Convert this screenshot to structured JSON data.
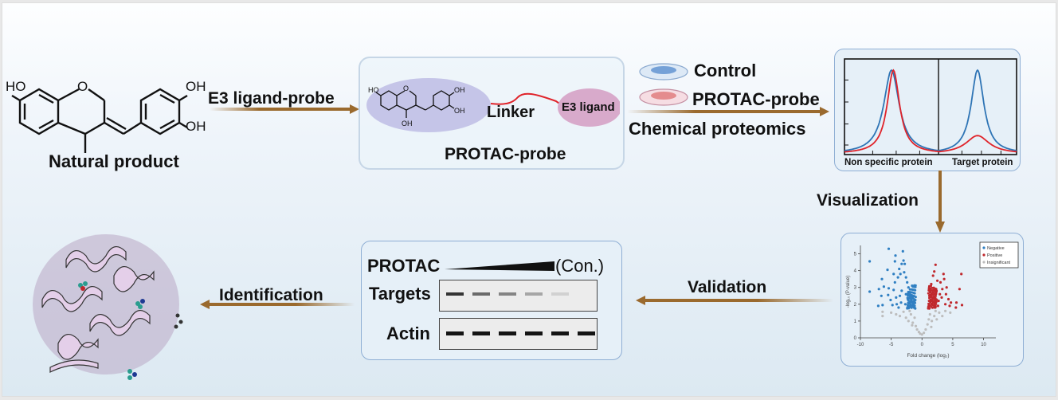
{
  "natural_product": {
    "label": "Natural product",
    "atoms": {
      "ho_left": "HO",
      "ring_o": "O",
      "oh_bottom": "OH",
      "oh_top_right": "OH",
      "oh_bottom_right": "OH"
    }
  },
  "steps": {
    "e3_probe": "E3 ligand-probe",
    "chemical_proteomics": "Chemical proteomics",
    "visualization": "Visualization",
    "validation": "Validation",
    "identification": "Identification"
  },
  "protac_probe_panel": {
    "title": "PROTAC-probe",
    "linker": "Linker",
    "e3_ligand": "E3 ligand",
    "atoms": {
      "ho_left": "HO",
      "ring_o": "O",
      "oh_bottom": "OH",
      "oh_top_right": "OH",
      "oh_bottom_right": "OH"
    }
  },
  "treatments": [
    {
      "label": "Control",
      "dish_color": "#5b8fd0",
      "icon": "petri-dish-blue"
    },
    {
      "label": "PROTAC-probe",
      "dish_color": "#e07878",
      "icon": "petri-dish-red"
    }
  ],
  "colors": {
    "arrow": "#9a6a2e",
    "curve_control": "#2e74b5",
    "curve_probe": "#e0232a",
    "negative": "#2f7fc2",
    "positive": "#c0282d",
    "insignificant": "#bdbdbd",
    "probe_ellipse": "#c5c5e8",
    "e3_ellipse": "#d8aacb"
  },
  "chart_data": [
    {
      "type": "line",
      "title": "",
      "panels": [
        {
          "label": "Non specific protein",
          "series": [
            {
              "name": "Control",
              "color": "#2e74b5",
              "peak_x": 0.5,
              "peak_height": 0.92,
              "width": 0.1
            },
            {
              "name": "PROTAC-probe",
              "color": "#e0232a",
              "peak_x": 0.52,
              "peak_height": 0.92,
              "width": 0.08
            }
          ]
        },
        {
          "label": "Target protein",
          "series": [
            {
              "name": "Control",
              "color": "#2e74b5",
              "peak_x": 0.5,
              "peak_height": 0.92,
              "width": 0.1
            },
            {
              "name": "PROTAC-probe",
              "color": "#e0232a",
              "peak_x": 0.5,
              "peak_height": 0.2,
              "width": 0.18
            }
          ]
        }
      ],
      "xlabel": "",
      "ylabel": ""
    },
    {
      "type": "scatter",
      "title": "",
      "xlabel": "Fold change (log₂)",
      "ylabel": "-log₁₀ (P-value)",
      "xlim": [
        -10,
        12
      ],
      "ylim": [
        0,
        5.5
      ],
      "xticks": [
        -10,
        -5,
        0,
        5,
        10
      ],
      "yticks": [
        0,
        1,
        2,
        3,
        4,
        5
      ],
      "legend": {
        "position": "top-right",
        "entries": [
          "Negative",
          "Positive",
          "Insignificant"
        ]
      },
      "series": [
        {
          "name": "Negative",
          "color": "#2f7fc2",
          "points": [
            [
              -8.5,
              4.55
            ],
            [
              -8.5,
              2.75
            ],
            [
              -6.5,
              3.5
            ],
            [
              -6.2,
              3.05
            ],
            [
              -7,
              2.9
            ],
            [
              -6.6,
              2.5
            ],
            [
              -7.1,
              1.9
            ],
            [
              -6.4,
              1.95
            ],
            [
              -5.5,
              2.55
            ],
            [
              -5.6,
              4.05
            ],
            [
              -5.4,
              5.3
            ],
            [
              -5.4,
              2.95
            ],
            [
              -5.1,
              2.25
            ],
            [
              -4.8,
              1.95
            ],
            [
              -4.6,
              3.8
            ],
            [
              -4.4,
              4.55
            ],
            [
              -4.4,
              3.3
            ],
            [
              -4.3,
              4.9
            ],
            [
              -4.6,
              2.85
            ],
            [
              -4.2,
              2.4
            ],
            [
              -4.1,
              2.0
            ],
            [
              -3.9,
              3.6
            ],
            [
              -3.7,
              4.1
            ],
            [
              -3.5,
              3.8
            ],
            [
              -3.3,
              4.4
            ],
            [
              -3.3,
              2.8
            ],
            [
              -3.1,
              5.15
            ],
            [
              -3.0,
              4.6
            ],
            [
              -2.9,
              3.9
            ],
            [
              -2.8,
              4.4
            ],
            [
              -3.6,
              2.5
            ],
            [
              -3.4,
              2.1
            ],
            [
              -3.8,
              1.8
            ],
            [
              -2.6,
              3.6
            ],
            [
              -2.4,
              3.3
            ],
            [
              -2.2,
              3.0
            ],
            [
              -2.6,
              2.6
            ],
            [
              -2.3,
              2.3
            ],
            [
              -2.0,
              2.1
            ],
            [
              -1.9,
              2.7
            ],
            [
              -1.8,
              1.9
            ],
            [
              -1.5,
              2.4
            ],
            [
              -1.4,
              2.0
            ],
            [
              -1.3,
              1.8
            ],
            [
              -1.6,
              3.1
            ],
            [
              -1.2,
              2.2
            ],
            [
              -2.1,
              1.8
            ],
            [
              -2.7,
              2.0
            ],
            [
              -1.7,
              2.5
            ],
            [
              -1.1,
              1.75
            ]
          ]
        },
        {
          "name": "Positive",
          "color": "#c0282d",
          "points": [
            [
              6.4,
              3.8
            ],
            [
              6.1,
              2.9
            ],
            [
              6.5,
              1.95
            ],
            [
              5.6,
              2.1
            ],
            [
              5.5,
              1.8
            ],
            [
              2.2,
              4.35
            ],
            [
              2.0,
              3.95
            ],
            [
              1.8,
              3.7
            ],
            [
              3.5,
              3.8
            ],
            [
              3.6,
              3.5
            ],
            [
              2.5,
              3.4
            ],
            [
              3.0,
              3.3
            ],
            [
              4.0,
              3.0
            ],
            [
              3.3,
              2.9
            ],
            [
              4.3,
              2.3
            ],
            [
              4.7,
              2.1
            ],
            [
              2.9,
              2.6
            ],
            [
              2.7,
              2.2
            ],
            [
              3.8,
              2.0
            ],
            [
              1.5,
              3.2
            ],
            [
              1.3,
              2.9
            ],
            [
              1.2,
              2.5
            ],
            [
              1.4,
              2.2
            ],
            [
              1.1,
              1.9
            ],
            [
              1.6,
              2.0
            ],
            [
              1.8,
              2.7
            ],
            [
              2.0,
              2.4
            ],
            [
              2.3,
              2.9
            ],
            [
              2.6,
              1.9
            ],
            [
              3.2,
              2.4
            ],
            [
              1.2,
              1.75
            ],
            [
              3.9,
              2.6
            ],
            [
              4.5,
              1.9
            ],
            [
              2.1,
              1.8
            ]
          ]
        },
        {
          "name": "Insignificant",
          "color": "#bdbdbd",
          "points": [
            [
              -6.4,
              1.55
            ],
            [
              -6.4,
              1.3
            ],
            [
              -5.0,
              1.5
            ],
            [
              -4.2,
              1.4
            ],
            [
              -3.6,
              1.3
            ],
            [
              -3.0,
              1.55
            ],
            [
              -2.6,
              1.2
            ],
            [
              -2.2,
              1.0
            ],
            [
              -1.8,
              1.4
            ],
            [
              -1.5,
              0.9
            ],
            [
              -1.2,
              1.2
            ],
            [
              -1.0,
              0.7
            ],
            [
              -0.8,
              0.5
            ],
            [
              -0.5,
              0.35
            ],
            [
              -0.3,
              0.25
            ],
            [
              0,
              0.2
            ],
            [
              0.3,
              0.3
            ],
            [
              0.6,
              0.5
            ],
            [
              0.9,
              0.8
            ],
            [
              1.1,
              1.1
            ],
            [
              1.3,
              1.4
            ],
            [
              1.6,
              1.0
            ],
            [
              2.0,
              1.3
            ],
            [
              2.4,
              1.1
            ],
            [
              2.8,
              1.5
            ],
            [
              3.3,
              1.3
            ],
            [
              3.8,
              1.6
            ],
            [
              4.6,
              1.5
            ],
            [
              -2.0,
              1.6
            ],
            [
              2.2,
              1.6
            ],
            [
              -1.6,
              0.75
            ],
            [
              1.5,
              0.65
            ]
          ]
        }
      ]
    }
  ],
  "western_blot": {
    "treatment_label": "PROTAC",
    "concentration_label": "(Con.)",
    "rows": [
      {
        "label": "Targets",
        "band_intensities": [
          0.85,
          0.6,
          0.48,
          0.32,
          0.12,
          0.0
        ]
      },
      {
        "label": "Actin",
        "band_intensities": [
          1,
          1,
          1,
          1,
          1,
          1
        ]
      }
    ]
  },
  "protein_structure": {
    "label": "protein-3d-structure"
  }
}
